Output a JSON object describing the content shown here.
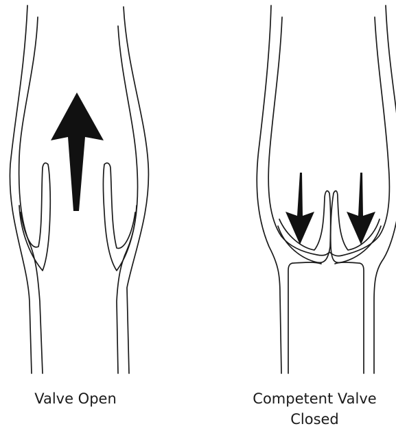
{
  "figure": {
    "left_panel": {
      "caption": "Valve Open",
      "arrow_direction": "up",
      "arrow_icon": "arrow-up-icon"
    },
    "right_panel": {
      "caption_line1": "Competent Valve",
      "caption_line2": "Closed",
      "arrow_direction": "down",
      "arrow_icon": "arrow-down-icon"
    }
  },
  "colors": {
    "line": "#1a1a1a",
    "arrow": "#111111",
    "background": "#ffffff"
  }
}
